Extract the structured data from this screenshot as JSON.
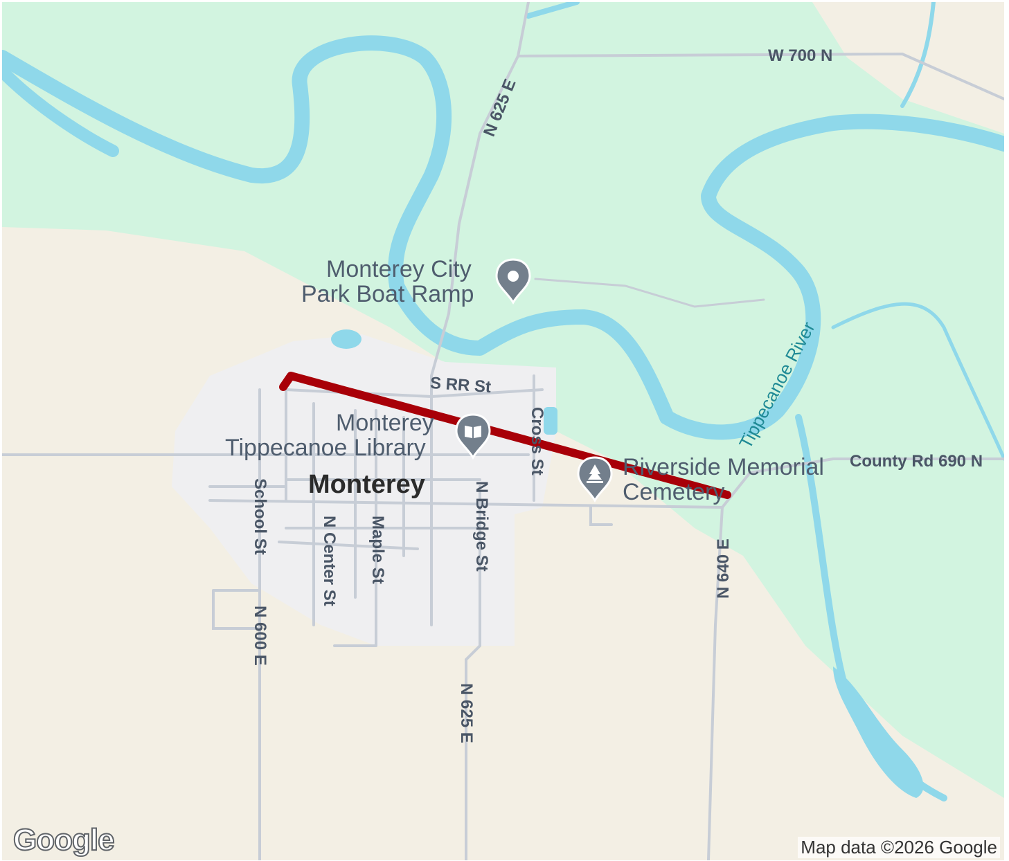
{
  "map": {
    "colors": {
      "land": "#f3efe4",
      "forest": "#d2f4e0",
      "water": "#8fd8ea",
      "town": "#eeeef0",
      "road": "#c7cdd6",
      "route": "#a80008"
    },
    "route": {
      "color": "#a80008"
    }
  },
  "labels": {
    "boat_ramp_line1": "Monterey City",
    "boat_ramp_line2": "Park Boat Ramp",
    "library_line1": "Monterey",
    "library_line2": "Tippecanoe Library",
    "cemetery_line1": "Riverside Memorial",
    "cemetery_line2": "Cemetery",
    "town": "Monterey",
    "river": "Tippecanoe River"
  },
  "roads": {
    "w700n": "W 700 N",
    "n625e_top": "N 625 E",
    "n625e_bottom": "N 625 E",
    "srr": "S RR St",
    "cross": "Cross St",
    "county690": "County Rd 690 N",
    "school": "School St",
    "n600e": "N 600 E",
    "ncenter": "N Center St",
    "maple": "Maple St",
    "nbridge": "N Bridge St",
    "n640e": "N 640 E"
  },
  "icons": {
    "boat_ramp": "place-pin-icon",
    "library": "library-book-icon",
    "cemetery": "cemetery-tree-icon"
  },
  "footer": {
    "logo": "Google",
    "attribution": "Map data ©2026 Google"
  }
}
